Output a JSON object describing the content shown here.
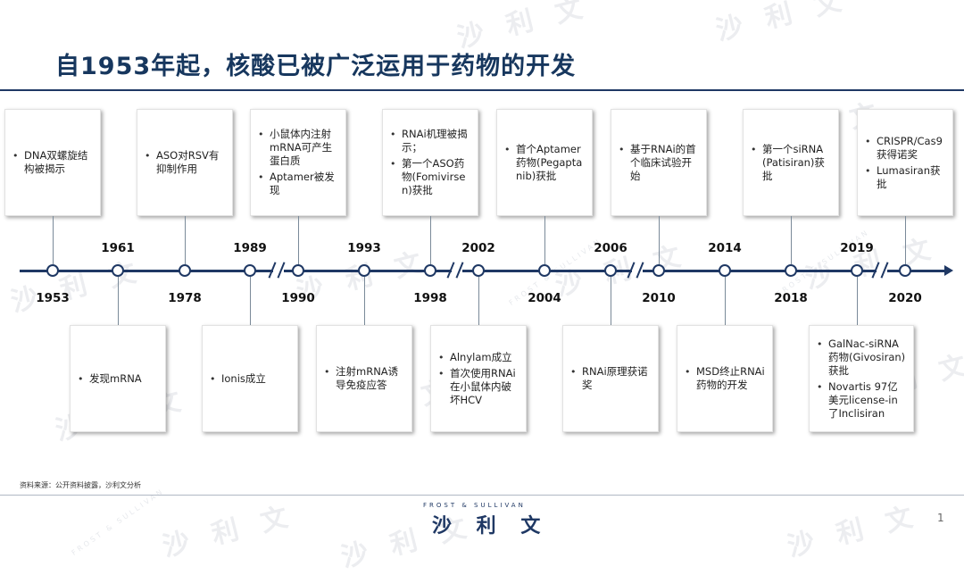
{
  "title": "自1953年起，核酸已被广泛运用于药物的开发",
  "colors": {
    "primary": "#1f3864",
    "title": "#17375e",
    "connector": "#7a8a99"
  },
  "watermark": {
    "cn": "沙 利 文",
    "en": "FROST & SULLIVAN"
  },
  "years": {
    "y1953": "1953",
    "y1961": "1961",
    "y1978": "1978",
    "y1989": "1989",
    "y1990": "1990",
    "y1993": "1993",
    "y1998": "1998",
    "y2002": "2002",
    "y2004": "2004",
    "y2006": "2006",
    "y2010": "2010",
    "y2014": "2014",
    "y2018": "2018",
    "y2019": "2019",
    "y2020": "2020"
  },
  "events_top": {
    "e1953": [
      "DNA双螺旋结构被揭示"
    ],
    "e1978": [
      "ASO对RSV有抑制作用"
    ],
    "e1990": [
      "小鼠体内注射mRNA可产生蛋白质",
      "Aptamer被发现"
    ],
    "e1998": [
      "RNAi机理被揭示；",
      "第一个ASO药物(Fomivirsen)获批"
    ],
    "e2004": [
      "首个Aptamer药物(Pegaptanib)获批"
    ],
    "e2010": [
      "基于RNAi的首个临床试验开始"
    ],
    "e2018": [
      "第一个siRNA(Patisiran)获批"
    ],
    "e2020": [
      "CRISPR/Cas9获得诺奖",
      "Lumasiran获批"
    ]
  },
  "events_bottom": {
    "e1961": [
      "发现mRNA"
    ],
    "e1989": [
      "Ionis成立"
    ],
    "e1993": [
      "注射mRNA诱导免疫应答"
    ],
    "e2002": [
      "Alnylam成立",
      "首次使用RNAi在小鼠体内破坏HCV"
    ],
    "e2006": [
      "RNAi原理获诺奖"
    ],
    "e2014": [
      "MSD终止RNAi药物的开发"
    ],
    "e2019": [
      "GalNac-siRNA药物(Givosiran)获批",
      "Novartis 97亿美元license-in了Inclisiran"
    ]
  },
  "footer": {
    "source": "资料来源：公开资料披露，沙利文分析",
    "logo_en": "FROST & SULLIVAN",
    "logo_cn": "沙 利 文",
    "page": "1"
  }
}
